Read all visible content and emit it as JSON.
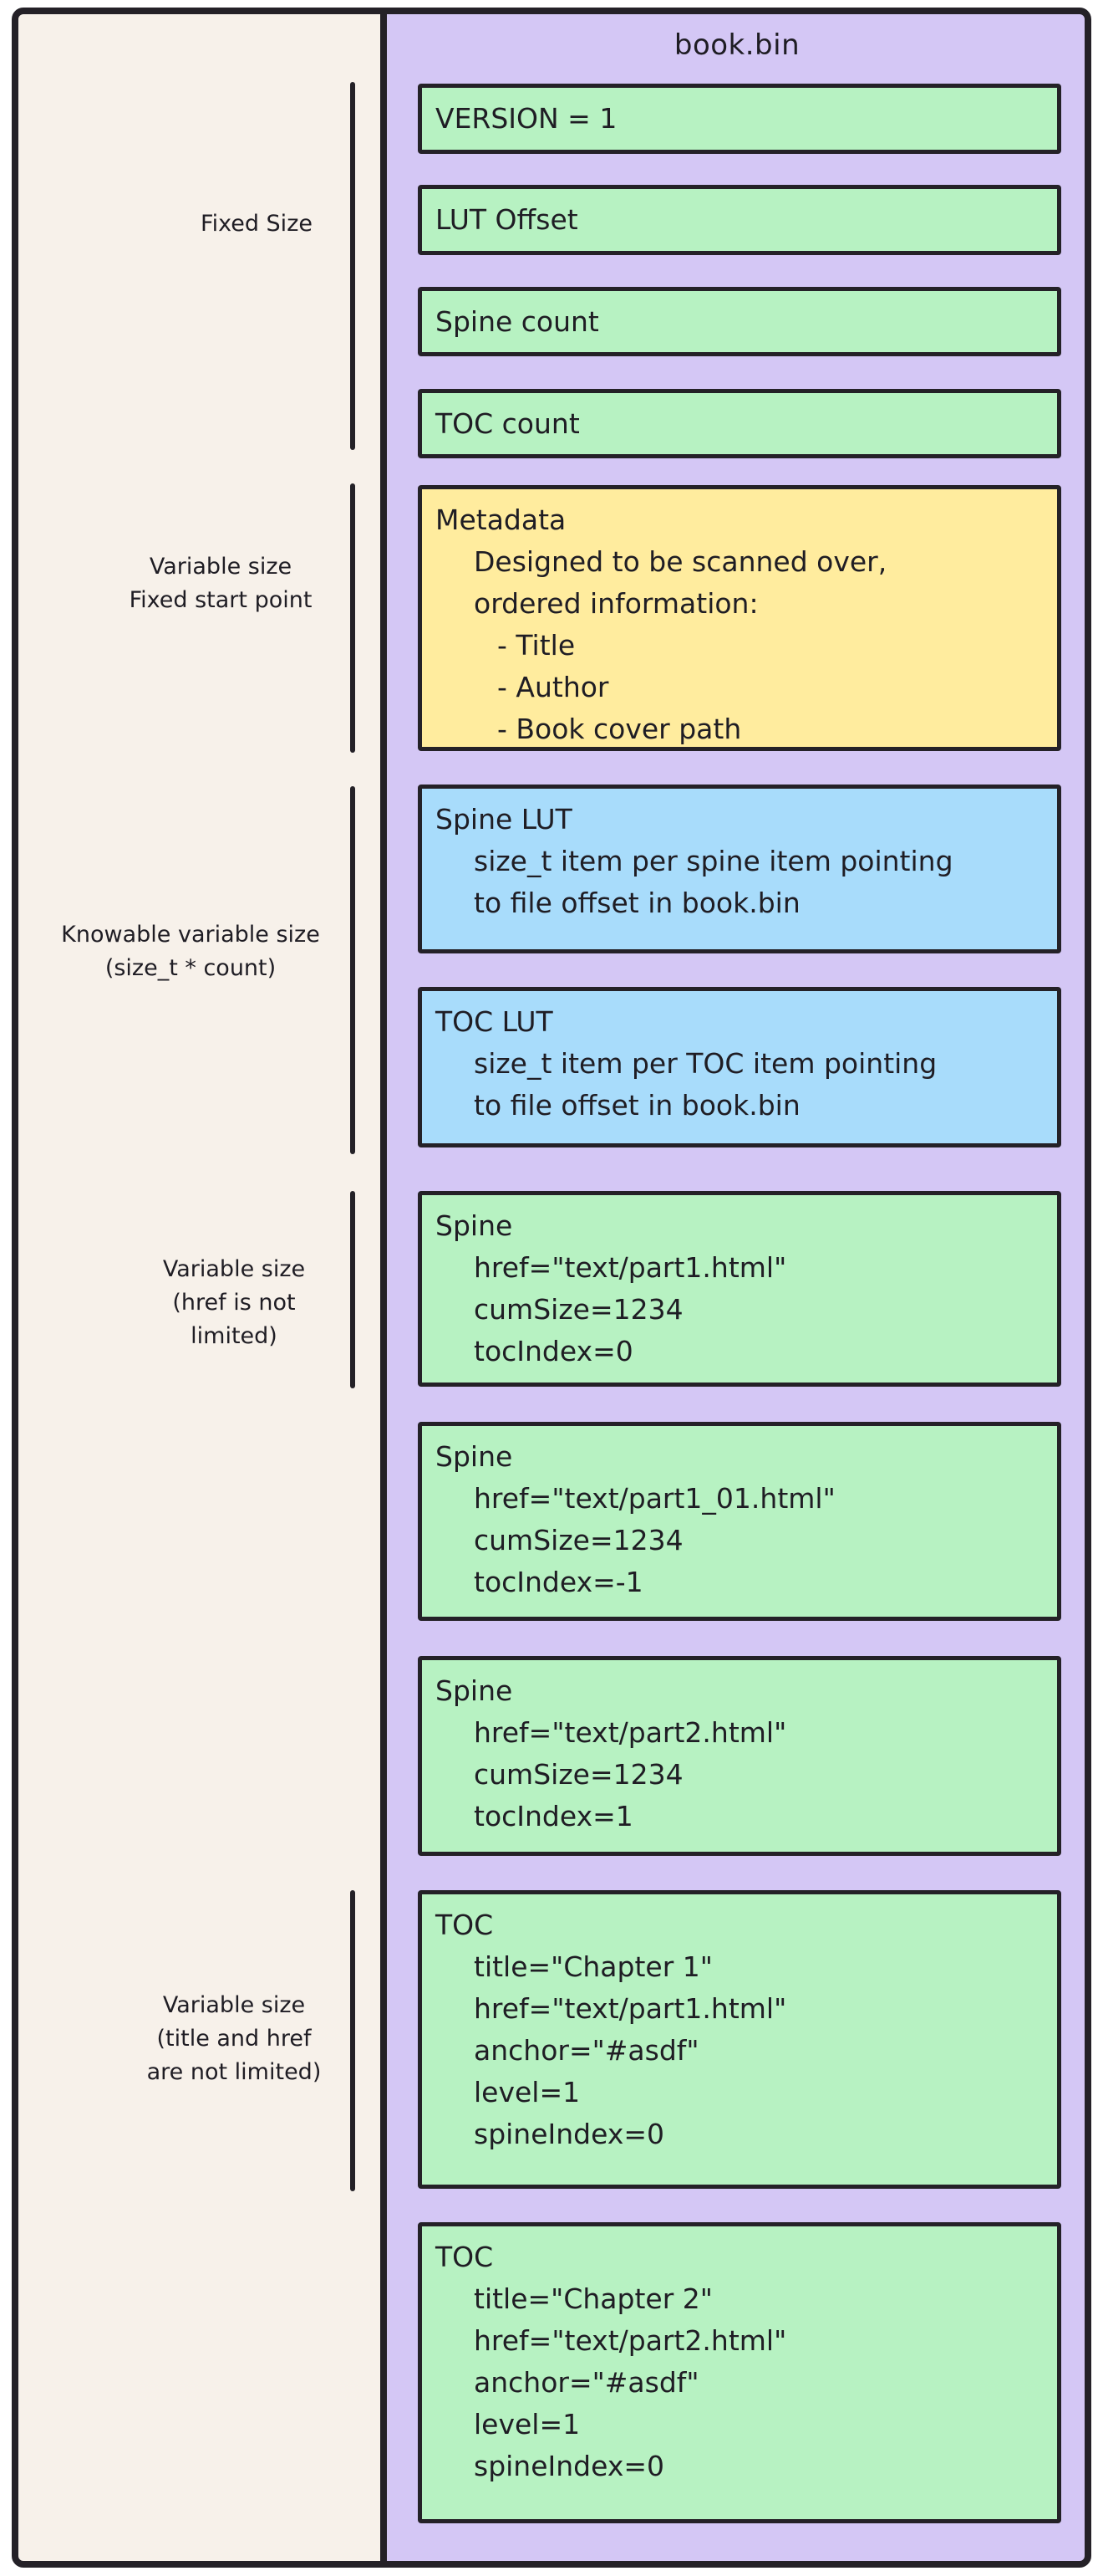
{
  "diagram": {
    "title": "book.bin",
    "colors": {
      "stroke": "#242127",
      "text": "#1f1d24",
      "left_bg": "#f7f1ea",
      "purple": "#d4c7f5",
      "green": "#b7f2c2",
      "yellow": "#ffec9e",
      "blue": "#a8dcfb",
      "page_bg": "#ffffff"
    },
    "side_labels": [
      {
        "lines": [
          "Fixed Size"
        ]
      },
      {
        "lines": [
          "Variable size",
          "Fixed start point"
        ]
      },
      {
        "lines": [
          "Knowable variable size",
          "(size_t * count)"
        ]
      },
      {
        "lines": [
          "Variable size",
          "(href is not",
          "limited)"
        ]
      },
      {
        "lines": [
          "Variable size",
          "(title and href",
          "are not limited)"
        ]
      }
    ],
    "boxes": [
      {
        "name": "version",
        "color": "green",
        "lines": [
          "VERSION = 1"
        ]
      },
      {
        "name": "lut-offset",
        "color": "green",
        "lines": [
          "LUT Offset"
        ]
      },
      {
        "name": "spine-count",
        "color": "green",
        "lines": [
          "Spine count"
        ]
      },
      {
        "name": "toc-count",
        "color": "green",
        "lines": [
          "TOC count"
        ]
      },
      {
        "name": "metadata",
        "color": "yellow",
        "lines": [
          "Metadata",
          "Designed to be scanned over,",
          "ordered information:",
          "- Title",
          "- Author",
          "- Book cover path"
        ]
      },
      {
        "name": "spine-lut",
        "color": "blue",
        "lines": [
          "Spine LUT",
          "size_t item per spine item pointing",
          "to file offset in book.bin"
        ]
      },
      {
        "name": "toc-lut",
        "color": "blue",
        "lines": [
          "TOC LUT",
          "size_t item per TOC item pointing",
          "to file offset in book.bin"
        ]
      },
      {
        "name": "spine-1",
        "color": "green",
        "lines": [
          "Spine",
          "href=\"text/part1.html\"",
          "cumSize=1234",
          "tocIndex=0"
        ]
      },
      {
        "name": "spine-2",
        "color": "green",
        "lines": [
          "Spine",
          "href=\"text/part1_01.html\"",
          "cumSize=1234",
          "tocIndex=-1"
        ]
      },
      {
        "name": "spine-3",
        "color": "green",
        "lines": [
          "Spine",
          "href=\"text/part2.html\"",
          "cumSize=1234",
          "tocIndex=1"
        ]
      },
      {
        "name": "toc-1",
        "color": "green",
        "lines": [
          "TOC",
          "title=\"Chapter 1\"",
          "href=\"text/part1.html\"",
          "anchor=\"#asdf\"",
          "level=1",
          "spineIndex=0"
        ]
      },
      {
        "name": "toc-2",
        "color": "green",
        "lines": [
          "TOC",
          "title=\"Chapter 2\"",
          "href=\"text/part2.html\"",
          "anchor=\"#asdf\"",
          "level=1",
          "spineIndex=0"
        ]
      }
    ]
  }
}
